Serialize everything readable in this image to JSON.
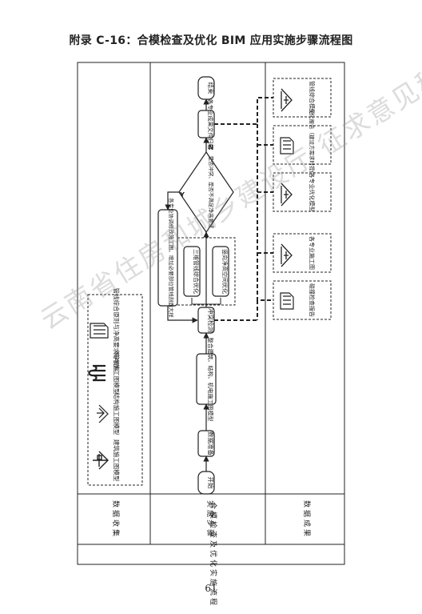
{
  "page": {
    "title": "附录 C-16：合模检查及优化 BIM 应用实施步骤流程图",
    "page_number": "61",
    "watermark": "云南省住房和城乡建设厅 征求意见稿公开"
  },
  "table": {
    "row_header": "合模检查及优化实施流程",
    "section_collect": "数据收集",
    "section_steps": "实施步骤",
    "section_results": "数据成果"
  },
  "collect": {
    "arch_model": "建筑施工图模型",
    "struct_model": "结构施工图模型",
    "mep_model": "机电施工图模型",
    "requirements": "管线综合原则与净高要求等资料"
  },
  "flow": {
    "start": "开始",
    "prepare": "数据准备",
    "integrate": "整合建筑、结构、机电施工图模型",
    "clash": "冲突检测",
    "mep_opt": "三维管线综合优化",
    "space_opt": "竖向净高空间优化",
    "decision": "是否冲突、是否不满足净高要求",
    "yes": "Y",
    "no": "N",
    "coordinate": "各专业协调修改施工图，增加必要部位管线剖面大样",
    "archive": "各专业成果文件归档",
    "end": "结束"
  },
  "results": {
    "pipe_model": "管线综合模型",
    "report": "优化报告（建设方需求时提供）",
    "opt_models": "各专业优化模型",
    "drawings": "各专业施工图",
    "clash_report": "碰撞检查报告"
  }
}
